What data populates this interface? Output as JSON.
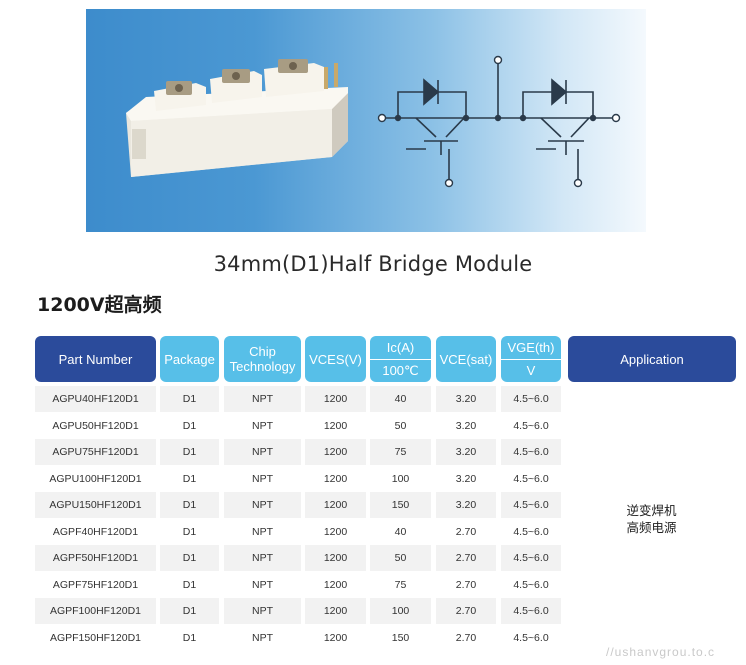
{
  "title": "34mm(D1)Half Bridge Module",
  "section": "1200V超高频",
  "headers": {
    "part_number": "Part Number",
    "package": "Package",
    "chip_tech_line1": "Chip",
    "chip_tech_line2": "Technology",
    "vces": "VCES(V)",
    "ic_top": "Ic(A)",
    "ic_bottom": "100℃",
    "vce_sat": "VCE(sat)",
    "vge_top": "VGE(th)",
    "vge_bottom": "V",
    "application": "Application"
  },
  "rows": [
    {
      "part": "AGPU40HF120D1",
      "package": "D1",
      "chip": "NPT",
      "vces": "1200",
      "ic": "40",
      "vce": "3.20",
      "vge": "4.5~6.0"
    },
    {
      "part": "AGPU50HF120D1",
      "package": "D1",
      "chip": "NPT",
      "vces": "1200",
      "ic": "50",
      "vce": "3.20",
      "vge": "4.5~6.0"
    },
    {
      "part": "AGPU75HF120D1",
      "package": "D1",
      "chip": "NPT",
      "vces": "1200",
      "ic": "75",
      "vce": "3.20",
      "vge": "4.5~6.0"
    },
    {
      "part": "AGPU100HF120D1",
      "package": "D1",
      "chip": "NPT",
      "vces": "1200",
      "ic": "100",
      "vce": "3.20",
      "vge": "4.5~6.0"
    },
    {
      "part": "AGPU150HF120D1",
      "package": "D1",
      "chip": "NPT",
      "vces": "1200",
      "ic": "150",
      "vce": "3.20",
      "vge": "4.5~6.0"
    },
    {
      "part": "AGPF40HF120D1",
      "package": "D1",
      "chip": "NPT",
      "vces": "1200",
      "ic": "40",
      "vce": "2.70",
      "vge": "4.5~6.0"
    },
    {
      "part": "AGPF50HF120D1",
      "package": "D1",
      "chip": "NPT",
      "vces": "1200",
      "ic": "50",
      "vce": "2.70",
      "vge": "4.5~6.0"
    },
    {
      "part": "AGPF75HF120D1",
      "package": "D1",
      "chip": "NPT",
      "vces": "1200",
      "ic": "75",
      "vce": "2.70",
      "vge": "4.5~6.0"
    },
    {
      "part": "AGPF100HF120D1",
      "package": "D1",
      "chip": "NPT",
      "vces": "1200",
      "ic": "100",
      "vce": "2.70",
      "vge": "4.5~6.0"
    },
    {
      "part": "AGPF150HF120D1",
      "package": "D1",
      "chip": "NPT",
      "vces": "1200",
      "ic": "150",
      "vce": "2.70",
      "vge": "4.5~6.0"
    }
  ],
  "application": {
    "line1": "逆变焊机",
    "line2": "高频电源"
  },
  "watermark": "//ushanvgrou.to.c",
  "colors": {
    "header_dark": "#2b4b9b",
    "header_light": "#57bfe8",
    "row_gray": "#f2f2f2"
  }
}
